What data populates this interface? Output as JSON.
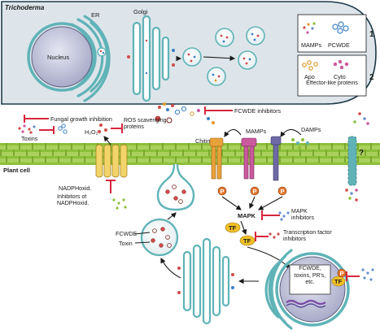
{
  "organism_label": "Trichoderma",
  "organelles": {
    "er": "ER",
    "golgi": "Golgi",
    "nucleus": "Nucleus"
  },
  "legend": {
    "row1": {
      "a": "MAMPs",
      "b": "PCWDE",
      "number": "1"
    },
    "row2": {
      "a": "Apo",
      "b": "Cyto",
      "caption": "Effector-like proteins",
      "number": "2"
    }
  },
  "labels": {
    "fcwde_inhibitors": "FCWDE inhibitors",
    "fungal_growth_inhibition": "Fungal growth inhibition",
    "toxins": "Toxins",
    "h2o2": "H₂O₂",
    "ros_scavenging": "ROS scavenging proteins",
    "chitin": "Chitin",
    "mamps": "MAMPs",
    "damps": "DAMPs",
    "question": "?",
    "plant_cell": "Plant cell",
    "nadph_oxid": "NADPHoxid.",
    "inhibitors_nadph": "Inhibitors of NADPHoxid.",
    "p": "P",
    "mapk": "MAPK",
    "mapk_inhibitors": "MAPK inhibitors",
    "tf": "TF",
    "tf_inhibitors": "Transcription factor inhibitors",
    "fcwde": "FCWDE",
    "toxin": "Toxin",
    "nucleus_box": "FCWDE, toxins, PR's, etc."
  },
  "colors": {
    "fungal_cell": "#dde5ea",
    "cell_wall": "#9ac94a",
    "cisternae": "#5fb3b7",
    "nucleus": "#c5c7dc",
    "inhibition": "#d7263d",
    "tf_badge": "#f2c026",
    "p_badge": "#e8772e",
    "receptor_orange": "#e8a23a",
    "receptor_pink": "#c95a9c",
    "receptor_purple": "#6e6aa6"
  }
}
